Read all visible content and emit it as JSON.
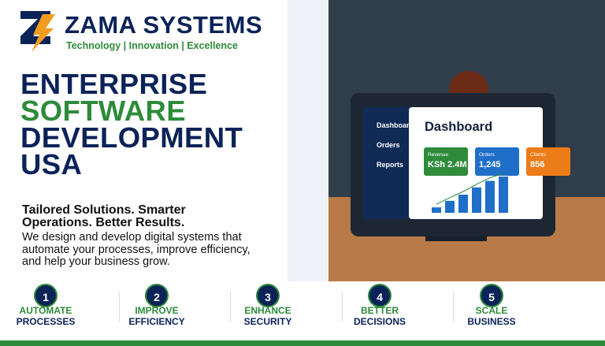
{
  "brand": {
    "name": "ZAMA SYSTEMS",
    "tagline": "Technology | Innovation | Excellence",
    "logo_icon": "z-lightning-logo",
    "colors": {
      "navy": "#0b2358",
      "green": "#2e8b3a",
      "orange": "#f39c1f"
    }
  },
  "headline": {
    "line1": "ENTERPRISE",
    "line2": "SOFTWARE",
    "line3": "DEVELOPMENT",
    "line4": "USA"
  },
  "subheadline": "Tailored Solutions. Smarter Operations. Better Results.",
  "description": "We design and develop digital systems that automate your processes, improve efficiency, and help your business grow.",
  "illustration": {
    "nav": [
      "Dashboard",
      "Orders",
      "Reports"
    ],
    "dashboard_title": "Dashboard",
    "cards": [
      {
        "label": "Revenue",
        "value": "KSh 2.4M",
        "color": "#2e8b3a"
      },
      {
        "label": "Orders",
        "value": "1,245",
        "color": "#1f6fc9"
      },
      {
        "label": "Clients",
        "value": "856",
        "color": "#ec7c18"
      }
    ],
    "bar_levels": [
      0.15,
      0.33,
      0.5,
      0.7,
      0.88,
      1.0
    ]
  },
  "steps": [
    {
      "number": "1",
      "line1": "AUTOMATE",
      "line2": "PROCESSES"
    },
    {
      "number": "2",
      "line1": "IMPROVE",
      "line2": "EFFICIENCY"
    },
    {
      "number": "3",
      "line1": "ENHANCE",
      "line2": "SECURITY"
    },
    {
      "number": "4",
      "line1": "BETTER",
      "line2": "DECISIONS"
    },
    {
      "number": "5",
      "line1": "SCALE",
      "line2": "BUSINESS"
    }
  ]
}
